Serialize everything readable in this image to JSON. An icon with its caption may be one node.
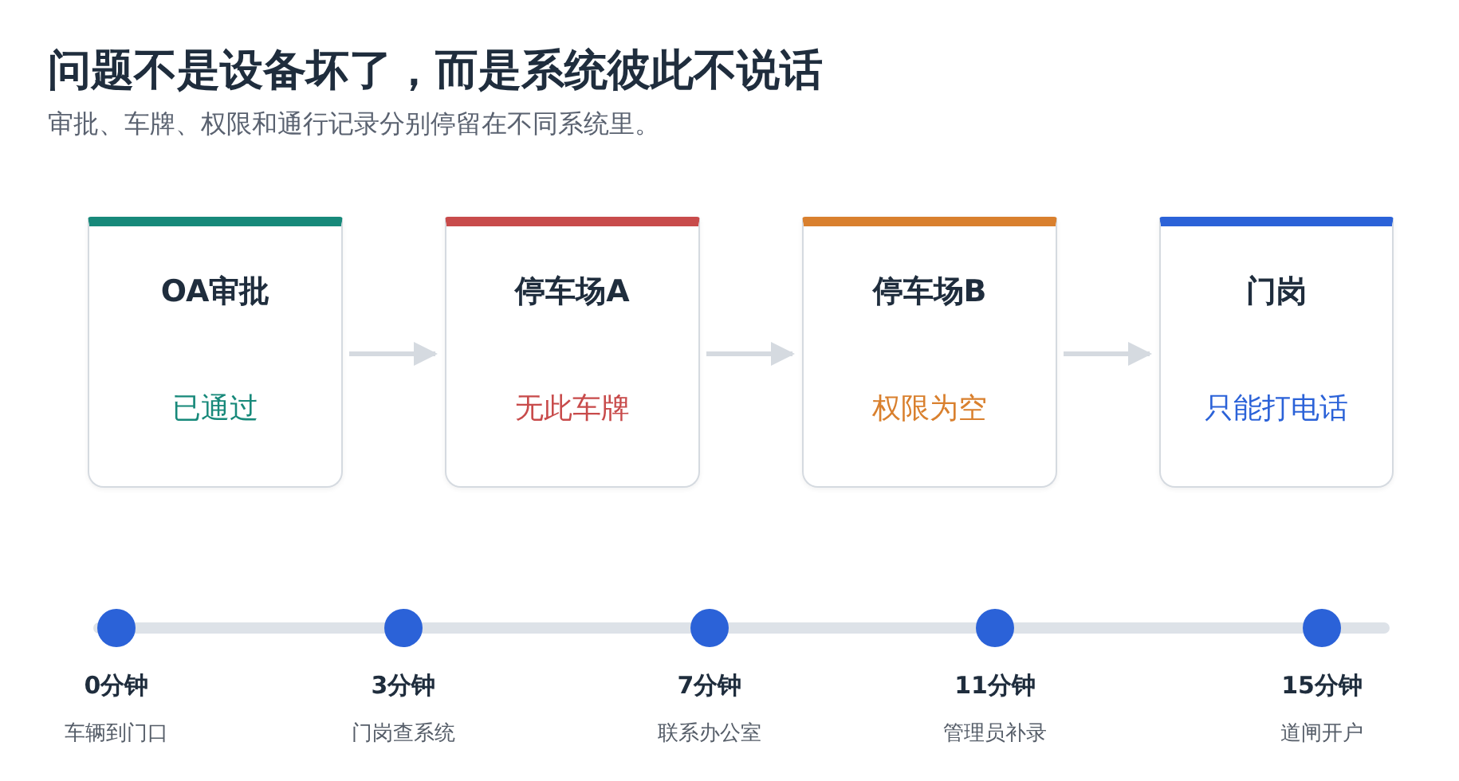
{
  "diagram": {
    "title": "问题不是设备坏了，而是系统彼此不说话",
    "caption": "审批、车牌、权限和通行记录分别停留在不同系统里。",
    "nodes": [
      {
        "text": [
          "OA审批",
          "已通过"
        ]
      },
      {
        "text": [
          "停车场A",
          "无此车牌"
        ]
      },
      {
        "text": [
          "停车场B",
          "权限为空"
        ]
      },
      {
        "text": [
          "门岗",
          "只能打电话"
        ]
      }
    ],
    "edges": [
      {
        "from": 0,
        "to": 1,
        "arrow": "to"
      },
      {
        "from": 1,
        "to": 2,
        "arrow": "to"
      },
      {
        "from": 2,
        "to": 3,
        "arrow": "to"
      }
    ],
    "labels": [
      "0分钟",
      "车辆到门口",
      "3分钟",
      "门岗查系统",
      "7分钟",
      "联系办公室",
      "11分钟",
      "管理员补录",
      "15分钟",
      "道闸开户"
    ]
  }
}
